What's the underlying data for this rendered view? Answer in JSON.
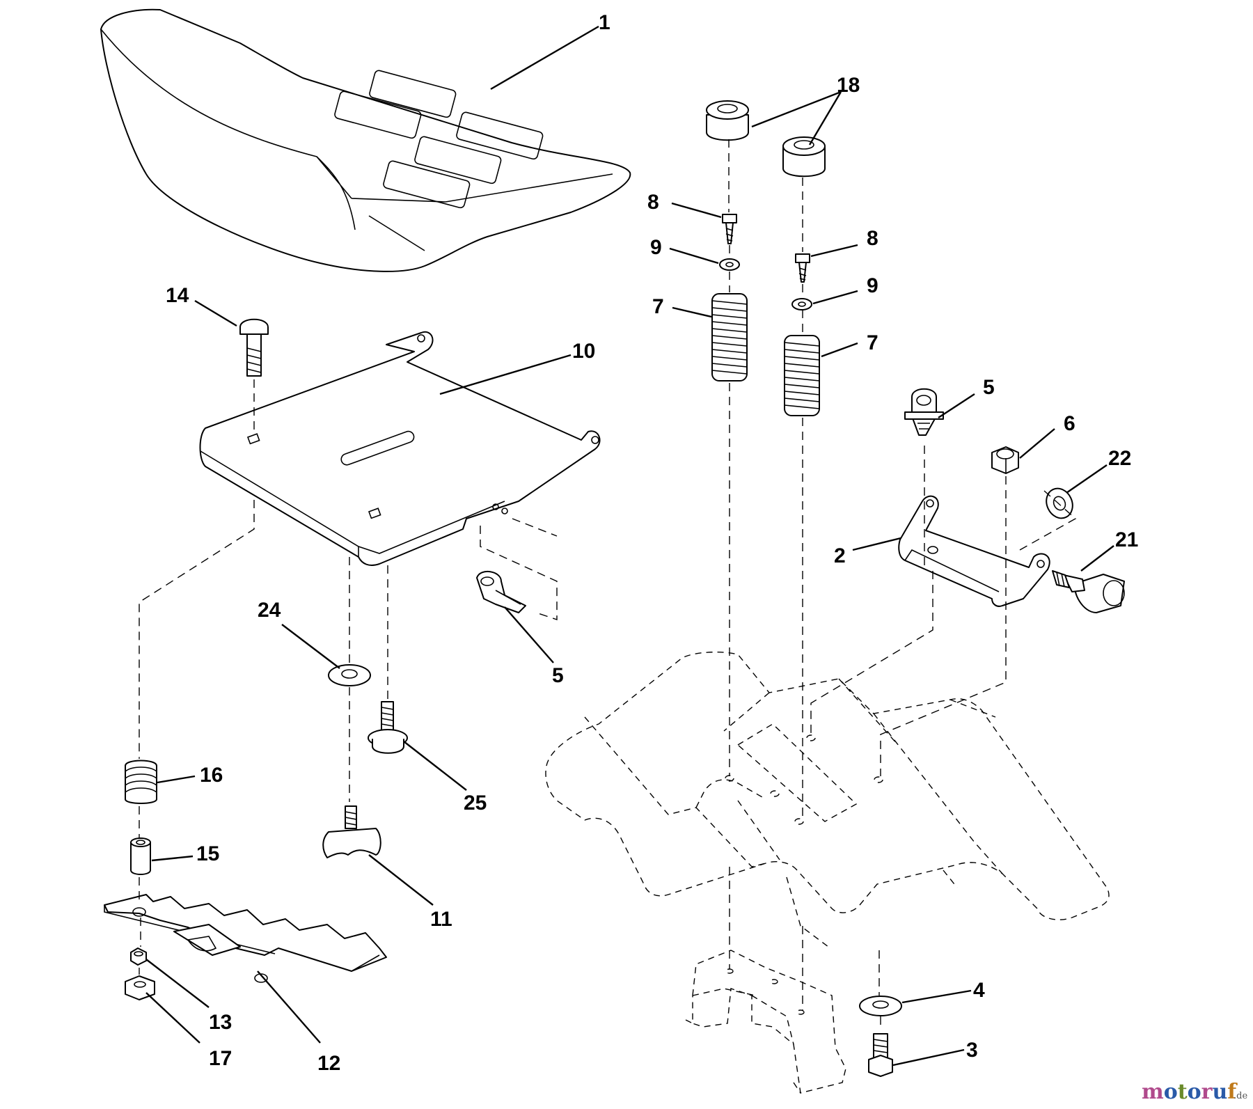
{
  "callouts": [
    {
      "id": "1",
      "label": "1"
    },
    {
      "id": "18",
      "label": "18"
    },
    {
      "id": "8a",
      "label": "8"
    },
    {
      "id": "8b",
      "label": "8"
    },
    {
      "id": "9a",
      "label": "9"
    },
    {
      "id": "9b",
      "label": "9"
    },
    {
      "id": "7a",
      "label": "7"
    },
    {
      "id": "7b",
      "label": "7"
    },
    {
      "id": "14",
      "label": "14"
    },
    {
      "id": "10",
      "label": "10"
    },
    {
      "id": "5a",
      "label": "5"
    },
    {
      "id": "5b",
      "label": "5"
    },
    {
      "id": "6",
      "label": "6"
    },
    {
      "id": "22",
      "label": "22"
    },
    {
      "id": "2",
      "label": "2"
    },
    {
      "id": "21",
      "label": "21"
    },
    {
      "id": "24",
      "label": "24"
    },
    {
      "id": "25",
      "label": "25"
    },
    {
      "id": "16",
      "label": "16"
    },
    {
      "id": "15",
      "label": "15"
    },
    {
      "id": "11",
      "label": "11"
    },
    {
      "id": "13",
      "label": "13"
    },
    {
      "id": "17",
      "label": "17"
    },
    {
      "id": "12",
      "label": "12"
    },
    {
      "id": "4",
      "label": "4"
    },
    {
      "id": "3",
      "label": "3"
    }
  ],
  "watermark": {
    "m": "m",
    "o1": "o",
    "t": "t",
    "o2": "o",
    "r": "r",
    "u": "u",
    "f": "f",
    "suffix": ".de",
    "colors": [
      "#b04a8c",
      "#2a5aa8",
      "#6a8a2a",
      "#c07a1a"
    ]
  }
}
